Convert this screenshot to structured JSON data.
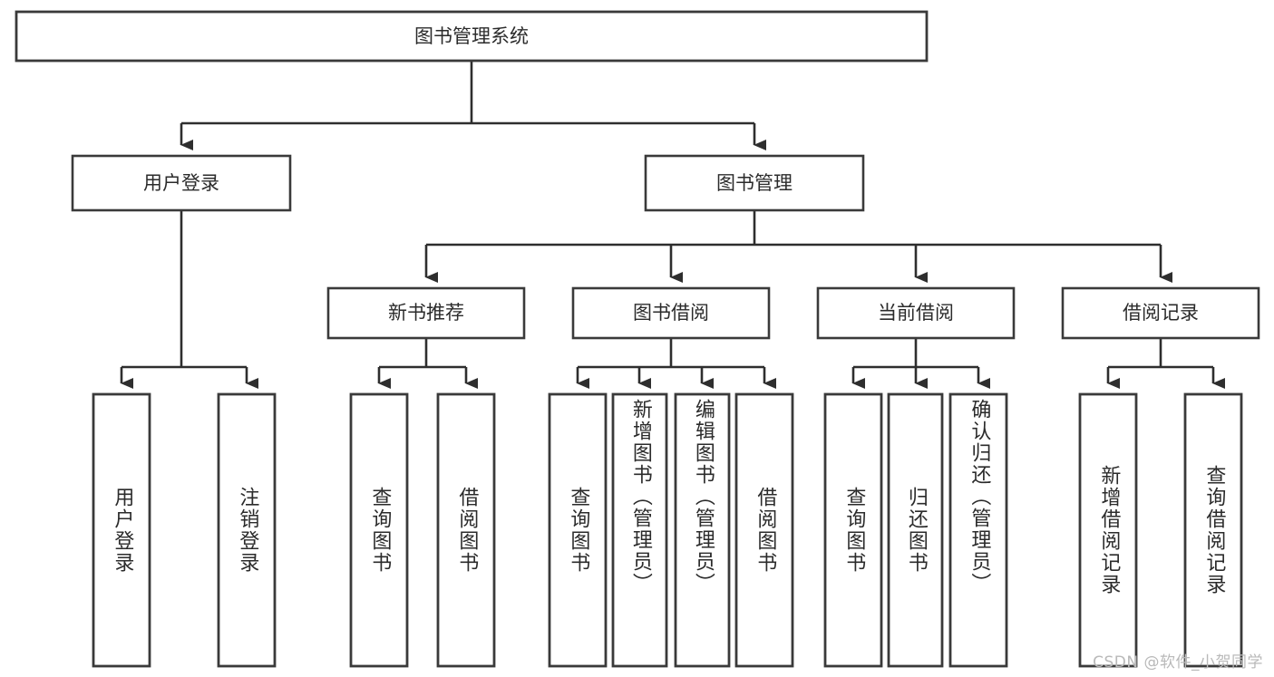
{
  "diagram": {
    "title": "图书管理系统",
    "type": "tree-hierarchy-chart",
    "root": {
      "label": "图书管理系统"
    },
    "level2": [
      {
        "label": "用户登录"
      },
      {
        "label": "图书管理"
      }
    ],
    "level3": [
      {
        "label": "新书推荐"
      },
      {
        "label": "图书借阅"
      },
      {
        "label": "当前借阅"
      },
      {
        "label": "借阅记录"
      }
    ],
    "leaves": [
      {
        "label": "用户登录",
        "parent": "用户登录"
      },
      {
        "label": "注销登录",
        "parent": "用户登录"
      },
      {
        "label": "查询图书",
        "parent": "新书推荐"
      },
      {
        "label": "借阅图书",
        "parent": "新书推荐"
      },
      {
        "label": "查询图书",
        "parent": "图书借阅"
      },
      {
        "label": "新增图书（管理员）",
        "parent": "图书借阅"
      },
      {
        "label": "编辑图书（管理员）",
        "parent": "图书借阅"
      },
      {
        "label": "借阅图书",
        "parent": "图书借阅"
      },
      {
        "label": "查询图书",
        "parent": "当前借阅"
      },
      {
        "label": "归还图书",
        "parent": "当前借阅"
      },
      {
        "label": "确认归还（管理员）",
        "parent": "当前借阅"
      },
      {
        "label": "新增借阅记录",
        "parent": "借阅记录"
      },
      {
        "label": "查询借阅记录",
        "parent": "借阅记录"
      }
    ],
    "colors": {
      "box_fill": "#ffffff",
      "box_stroke": "#3a3a3a",
      "connector": "#2e2e2e",
      "text": "#2b2b2b",
      "watermark": "#b9b9b9",
      "background": "#ffffff"
    }
  },
  "watermark": {
    "text": "CSDN @软件_小贺同学"
  }
}
